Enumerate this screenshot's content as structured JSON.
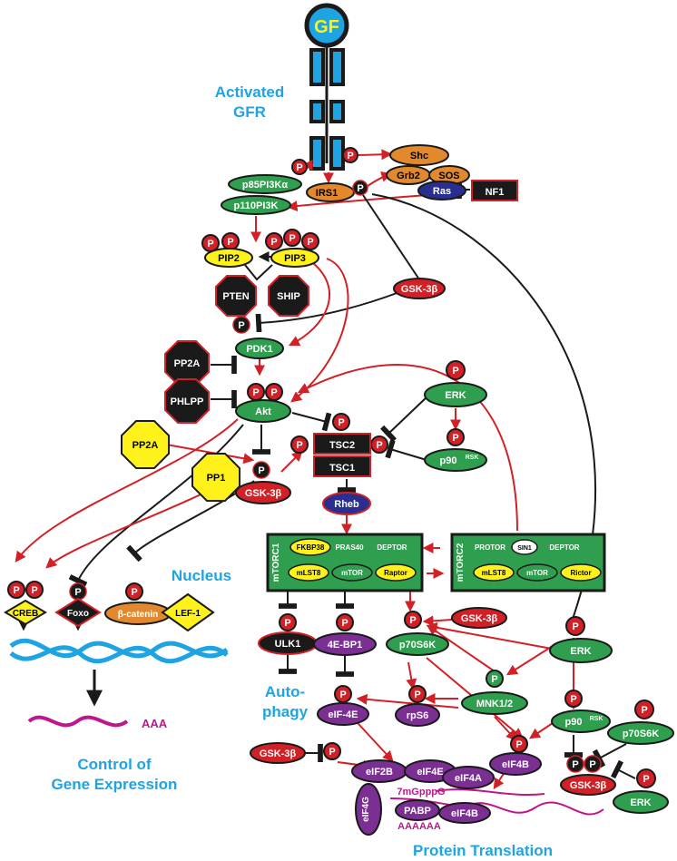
{
  "labels": {
    "gf": "GF",
    "activated_gfr_line1": "Activated",
    "activated_gfr_line2": "GFR",
    "p": "P",
    "shc": "Shc",
    "grb2": "Grb2",
    "sos": "SOS",
    "ras": "Ras",
    "nf1": "NF1",
    "irs1": "IRS1",
    "p85pi3k": "p85PI3Kα",
    "p110pi3k": "p110PI3K",
    "pip2": "PIP2",
    "pip3": "PIP3",
    "pten": "PTEN",
    "ship": "SHIP",
    "gsk3b": "GSK-3β",
    "pdk1": "PDK1",
    "pp2a": "PP2A",
    "phlpp": "PHLPP",
    "akt": "Akt",
    "erk": "ERK",
    "p90rsk": "p90",
    "rsk_sup": "RSK",
    "tsc2": "TSC2",
    "tsc1": "TSC1",
    "pp1": "PP1",
    "rheb": "Rheb",
    "mtorc1": "mTORC1",
    "mtorc2": "mTORC2",
    "fkbp38": "FKBP38",
    "pras40": "PRAS40",
    "deptor": "DEPTOR",
    "mlst8": "mLST8",
    "mtor": "mTOR",
    "raptor": "Raptor",
    "protor": "PROTOR",
    "sin1": "SIN1",
    "rictor": "Rictor",
    "nucleus": "Nucleus",
    "creb": "CREB",
    "foxo": "Foxo",
    "beta_catenin": "β-catenin",
    "lef1": "LEF-1",
    "aaa": "AAA",
    "control_line1": "Control of",
    "control_line2": "Gene Expression",
    "ulk1": "ULK1",
    "autophagy_line1": "Auto-",
    "autophagy_line2": "phagy",
    "4ebp1": "4E-BP1",
    "p70s6k": "p70S6K",
    "mnk12": "MNK1/2",
    "rps6": "rpS6",
    "eif4e": "eIF-4E",
    "eif4e_b": "eIF4E",
    "eif2b": "eIF2B",
    "eif4b": "eIF4B",
    "eif4a": "eIF4A",
    "eif4g": "eIF4G",
    "pabp": "PABP",
    "cap": "7mGpppG",
    "polya": "AAAAAA",
    "protein_translation": "Protein Translation"
  },
  "colors": {
    "green": "#2f9e4e",
    "orange": "#e3892d",
    "navy": "#2a2f8f",
    "yellow": "#fff21a",
    "red": "#d22027",
    "purple": "#7b2f93",
    "blue_text": "#1ea3e3",
    "magenta": "#c0168c",
    "black": "#1a1a1a"
  }
}
